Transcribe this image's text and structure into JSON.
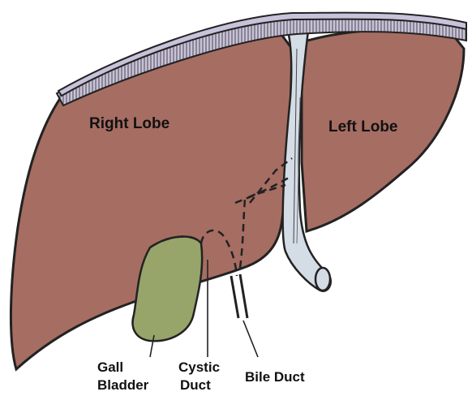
{
  "colors": {
    "liver": "#A66D62",
    "liver_outline": "#222222",
    "gallbladder": "#97A46A",
    "ligament": "#D4DCE6",
    "capsule": "#C9C2DB",
    "text": "#111111"
  },
  "labels": {
    "right_lobe": "Right Lobe",
    "left_lobe": "Left Lobe",
    "gall_line1": "Gall",
    "gall_line2": "Bladder",
    "cystic_line1": "Cystic",
    "cystic_line2": "Duct",
    "bile_duct": "Bile Duct"
  }
}
